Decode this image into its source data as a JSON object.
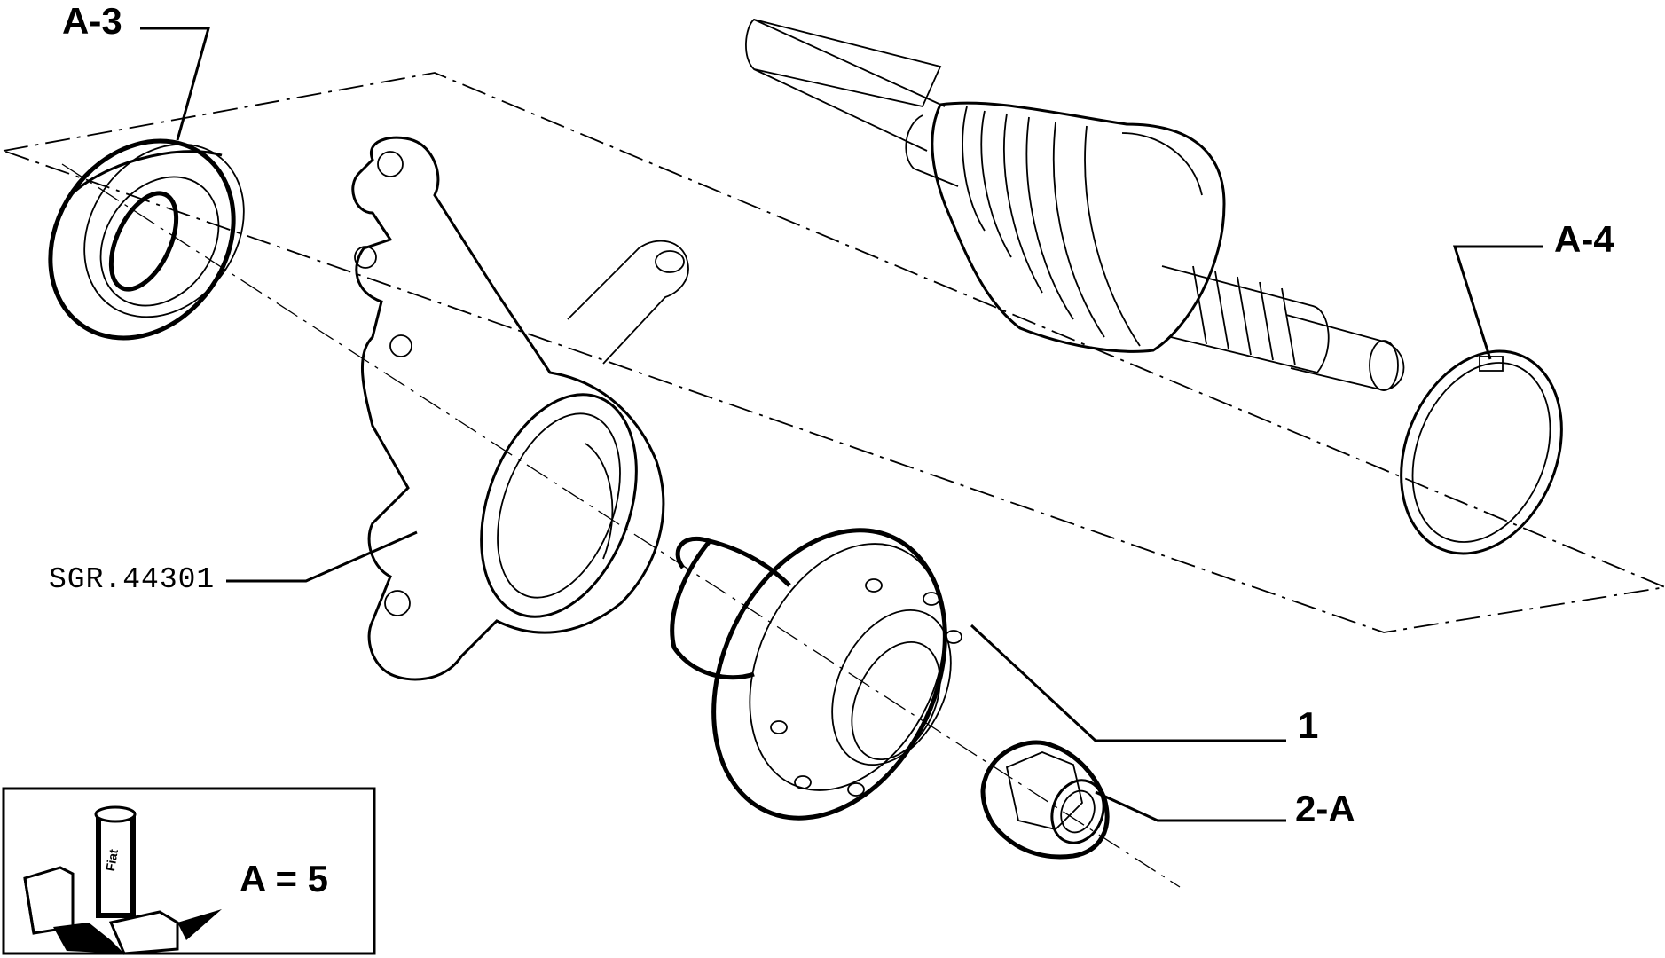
{
  "callouts": {
    "a3": "A-3",
    "a4": "A-4",
    "part1": "1",
    "part2a": "2-A",
    "drawing_code": "SGR.44301"
  },
  "legend": {
    "equation": "A = 5",
    "pack_text": "Fiat"
  }
}
